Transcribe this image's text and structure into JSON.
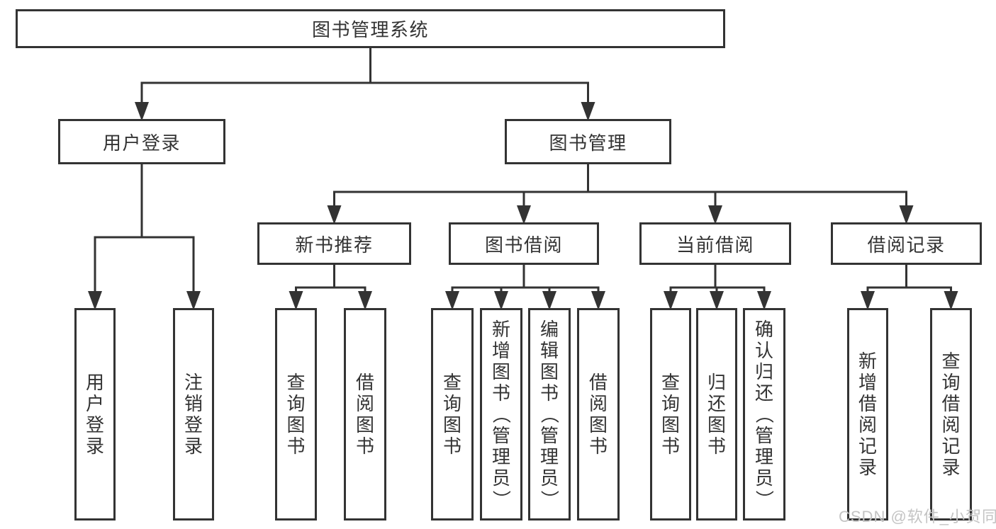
{
  "diagram_type": "hierarchy-tree",
  "colors": {
    "line": "#333333",
    "text": "#333333",
    "box_background": "#ffffff",
    "watermark": "#c4c4c4"
  },
  "tree": {
    "label": "图书管理系统",
    "children": [
      {
        "label": "用户登录",
        "children": [
          {
            "label": "用户登录"
          },
          {
            "label": "注销登录"
          }
        ]
      },
      {
        "label": "图书管理",
        "children": [
          {
            "label": "新书推荐",
            "children": [
              {
                "label": "查询图书"
              },
              {
                "label": "借阅图书"
              }
            ]
          },
          {
            "label": "图书借阅",
            "children": [
              {
                "label": "查询图书"
              },
              {
                "label": "新增图书（管理员）"
              },
              {
                "label": "编辑图书（管理员）"
              },
              {
                "label": "借阅图书"
              }
            ]
          },
          {
            "label": "当前借阅",
            "children": [
              {
                "label": "查询图书"
              },
              {
                "label": "归还图书"
              },
              {
                "label": "确认归还（管理员）"
              }
            ]
          },
          {
            "label": "借阅记录",
            "children": [
              {
                "label": "新增借阅记录"
              },
              {
                "label": "查询借阅记录"
              }
            ]
          }
        ]
      }
    ]
  },
  "watermark": {
    "text": "CSDN @软件_小贺同学"
  }
}
